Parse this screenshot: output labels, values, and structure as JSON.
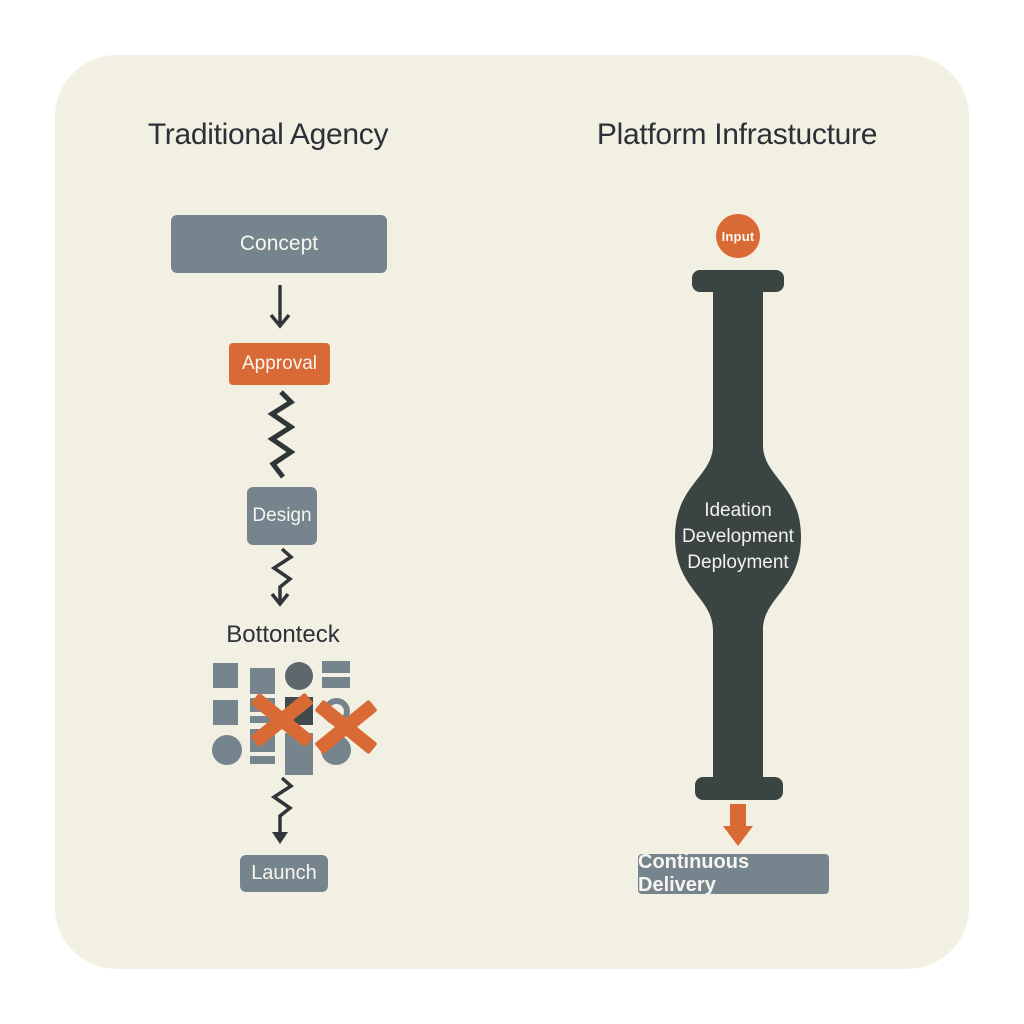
{
  "colors": {
    "background": "#ffffff",
    "panel": "#f2efe3",
    "slate_gray": "#76858d",
    "orange": "#d96a35",
    "charcoal": "#3a4442",
    "ink": "#2b3136"
  },
  "left": {
    "title": "Traditional Agency",
    "concept_label": "Concept",
    "approval_label": "Approval",
    "design_label": "Design",
    "bottleneck_label": "Bottonteck",
    "launch_label": "Launch"
  },
  "right": {
    "title": "Platform Infrastucture",
    "input_label": "Input",
    "pipe_stages": [
      "Ideation",
      "Development",
      "Deployment"
    ],
    "delivery_label": "Continuous Delivery"
  }
}
